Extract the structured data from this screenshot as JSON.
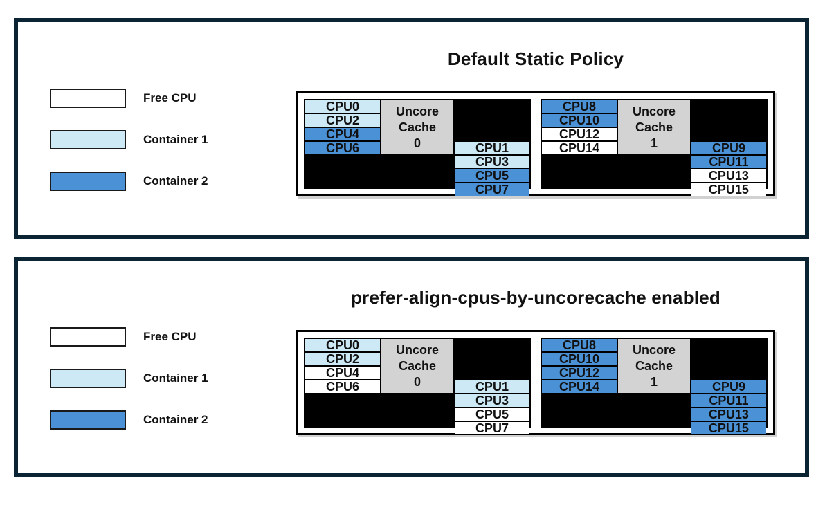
{
  "colors": {
    "free": "#ffffff",
    "container1": "#cde9f6",
    "container2": "#4b91d6",
    "cache_fill": "#d3d3d3",
    "panel_border": "#0a2433",
    "cell_border": "#000000"
  },
  "legend": {
    "items": [
      {
        "label": "Free CPU",
        "state": "free"
      },
      {
        "label": "Container 1",
        "state": "container1"
      },
      {
        "label": "Container 2",
        "state": "container2"
      }
    ]
  },
  "panels": [
    {
      "title": "Default Static Policy",
      "clusters": [
        {
          "cache_lines": [
            "Uncore",
            "Cache",
            "0"
          ],
          "left": [
            {
              "label": "CPU0",
              "state": "container1"
            },
            {
              "label": "CPU2",
              "state": "container1"
            },
            {
              "label": "CPU4",
              "state": "container2"
            },
            {
              "label": "CPU6",
              "state": "container2"
            }
          ],
          "right": [
            {
              "label": "CPU1",
              "state": "container1"
            },
            {
              "label": "CPU3",
              "state": "container1"
            },
            {
              "label": "CPU5",
              "state": "container2"
            },
            {
              "label": "CPU7",
              "state": "container2"
            }
          ]
        },
        {
          "cache_lines": [
            "Uncore",
            "Cache",
            "1"
          ],
          "left": [
            {
              "label": "CPU8",
              "state": "container2"
            },
            {
              "label": "CPU10",
              "state": "container2"
            },
            {
              "label": "CPU12",
              "state": "free"
            },
            {
              "label": "CPU14",
              "state": "free"
            }
          ],
          "right": [
            {
              "label": "CPU9",
              "state": "container2"
            },
            {
              "label": "CPU11",
              "state": "container2"
            },
            {
              "label": "CPU13",
              "state": "free"
            },
            {
              "label": "CPU15",
              "state": "free"
            }
          ]
        }
      ]
    },
    {
      "title": "prefer-align-cpus-by-uncorecache enabled",
      "clusters": [
        {
          "cache_lines": [
            "Uncore",
            "Cache",
            "0"
          ],
          "left": [
            {
              "label": "CPU0",
              "state": "container1"
            },
            {
              "label": "CPU2",
              "state": "container1"
            },
            {
              "label": "CPU4",
              "state": "free"
            },
            {
              "label": "CPU6",
              "state": "free"
            }
          ],
          "right": [
            {
              "label": "CPU1",
              "state": "container1"
            },
            {
              "label": "CPU3",
              "state": "container1"
            },
            {
              "label": "CPU5",
              "state": "free"
            },
            {
              "label": "CPU7",
              "state": "free"
            }
          ]
        },
        {
          "cache_lines": [
            "Uncore",
            "Cache",
            "1"
          ],
          "left": [
            {
              "label": "CPU8",
              "state": "container2"
            },
            {
              "label": "CPU10",
              "state": "container2"
            },
            {
              "label": "CPU12",
              "state": "container2"
            },
            {
              "label": "CPU14",
              "state": "container2"
            }
          ],
          "right": [
            {
              "label": "CPU9",
              "state": "container2"
            },
            {
              "label": "CPU11",
              "state": "container2"
            },
            {
              "label": "CPU13",
              "state": "container2"
            },
            {
              "label": "CPU15",
              "state": "container2"
            }
          ]
        }
      ]
    }
  ]
}
